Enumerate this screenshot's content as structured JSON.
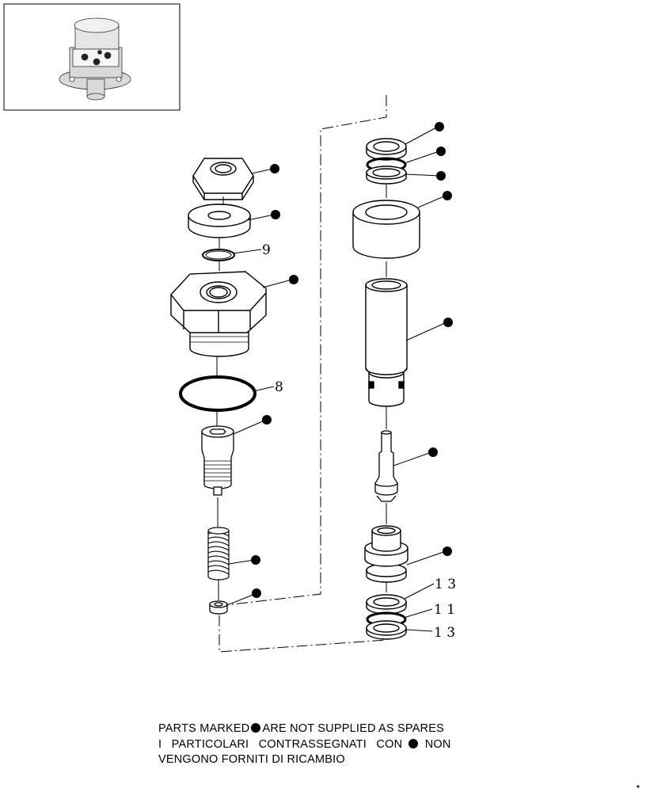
{
  "callouts": {
    "oring_small": "9",
    "oring_large": "8",
    "upper_seal": "1 3",
    "middle_ring": "1 1",
    "lower_seal": "1 3"
  },
  "note": {
    "line1_before": "PARTS MARKED",
    "line1_after": "ARE NOT SUPPLIED AS SPARES",
    "line2_before": "I  PARTICOLARI  CONTRASSEGNATI  CON",
    "line2_after": "NON",
    "line3": "VENGONO FORNITI DI RICAMBIO"
  },
  "icons": [
    "filled-dot-marker",
    "valve-assembly-thumbnail"
  ]
}
